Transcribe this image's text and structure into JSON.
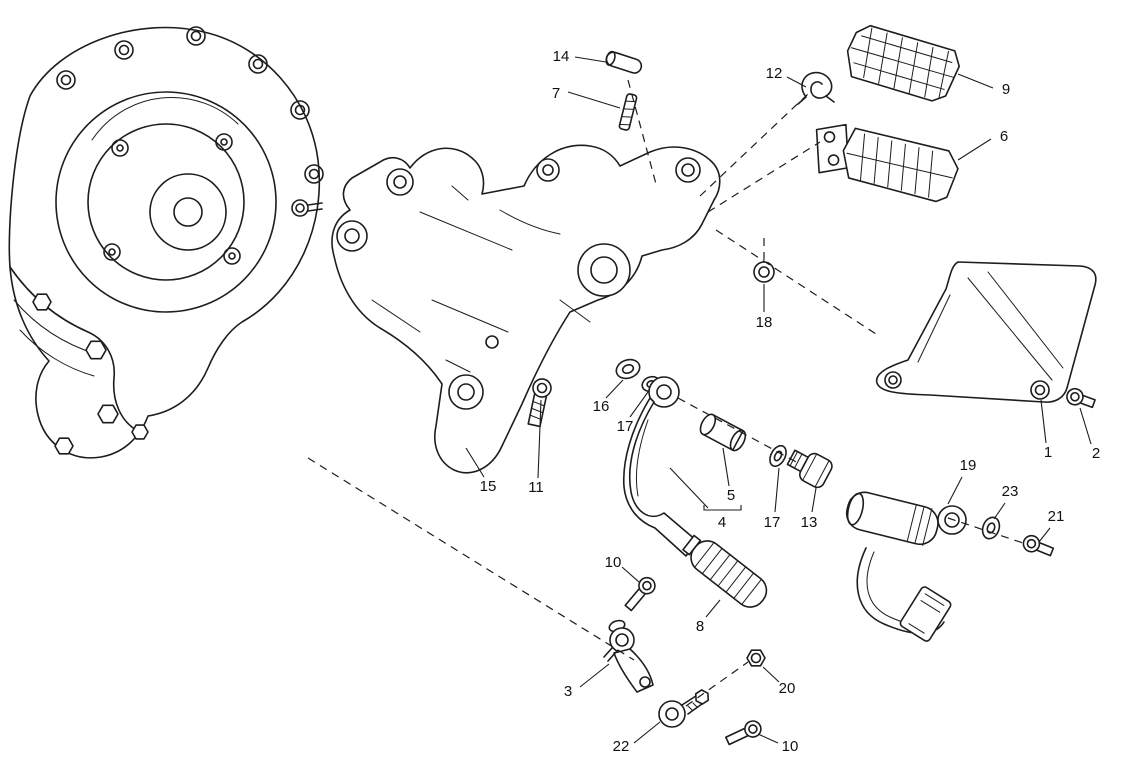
{
  "diagram": {
    "kind": "exploded-parts-drawing",
    "background": "#ffffff",
    "line_color": "#1d1d1d",
    "text_color": "#111111"
  },
  "callouts": [
    {
      "number": "14"
    },
    {
      "number": "7"
    },
    {
      "number": "12"
    },
    {
      "number": "9"
    },
    {
      "number": "6"
    },
    {
      "number": "18"
    },
    {
      "number": "16"
    },
    {
      "number": "17"
    },
    {
      "number": "5"
    },
    {
      "number": "4"
    },
    {
      "number": "17"
    },
    {
      "number": "13"
    },
    {
      "number": "1"
    },
    {
      "number": "2"
    },
    {
      "number": "15"
    },
    {
      "number": "11"
    },
    {
      "number": "10"
    },
    {
      "number": "3"
    },
    {
      "number": "8"
    },
    {
      "number": "22"
    },
    {
      "number": "10"
    },
    {
      "number": "20"
    },
    {
      "number": "19"
    },
    {
      "number": "23"
    },
    {
      "number": "21"
    }
  ]
}
